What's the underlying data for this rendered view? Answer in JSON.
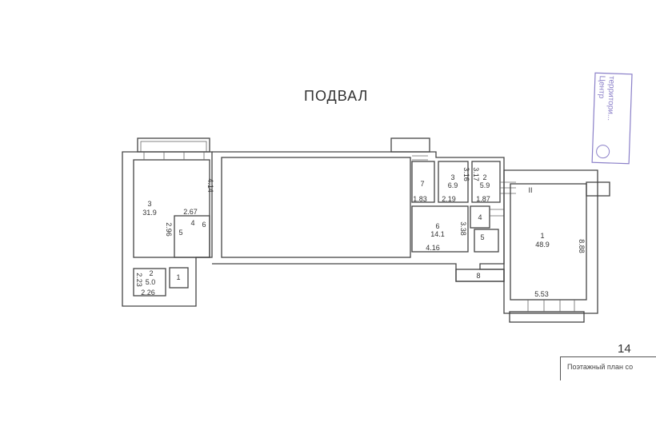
{
  "title": "ПОДВАЛ",
  "page_number": "14",
  "caption": "Поэтажный план со",
  "stamp": {
    "text": [
      "Центр",
      "территори..."
    ],
    "color": "#8a7fc8"
  },
  "rooms": [
    {
      "id": "left-3",
      "number": "3",
      "area": "31.9"
    },
    {
      "id": "left-2",
      "number": "2",
      "area": "5.0"
    },
    {
      "id": "left-1",
      "number": "1"
    },
    {
      "id": "left-5",
      "number": "5"
    },
    {
      "id": "left-4",
      "number": "4"
    },
    {
      "id": "left-6",
      "number": "6"
    },
    {
      "id": "mid-7",
      "number": "7"
    },
    {
      "id": "mid-3",
      "number": "3",
      "area": "6.9"
    },
    {
      "id": "mid-2",
      "number": "2",
      "area": "5.9"
    },
    {
      "id": "mid-6",
      "number": "6",
      "area": "14.1"
    },
    {
      "id": "mid-4",
      "number": "4"
    },
    {
      "id": "mid-5",
      "number": "5"
    },
    {
      "id": "mid-8",
      "number": "8"
    },
    {
      "id": "right-1",
      "number": "1",
      "area": "48.9"
    }
  ],
  "dimensions": [
    "4.14",
    "2.67",
    "2.96",
    "2.23",
    "2.26",
    "1.83",
    "2.19",
    "3.16",
    "3.17",
    "1.87",
    "3.38",
    "4.16",
    "8.88",
    "5.53"
  ],
  "stair_mark": "II"
}
